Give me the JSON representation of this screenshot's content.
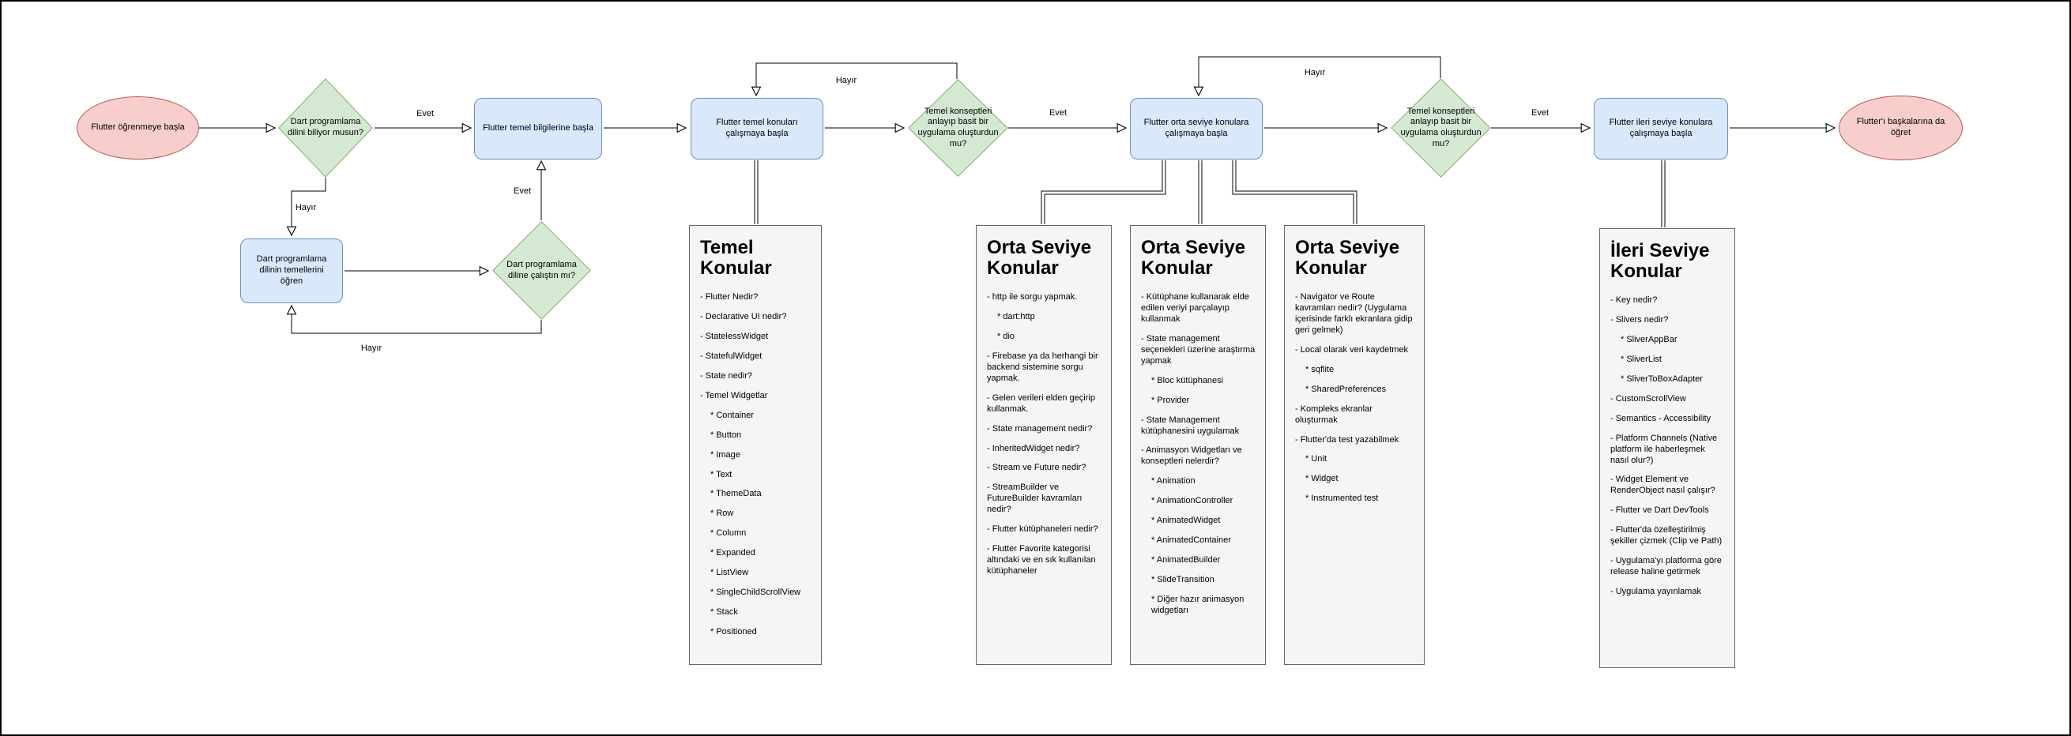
{
  "diagram": {
    "colors": {
      "terminal_fill": "#f8cecc",
      "terminal_border": "#b85450",
      "decision_fill": "#d5e8d4",
      "decision_border": "#82b366",
      "process_fill": "#dae8fc",
      "process_border": "#6c8ebf",
      "list_fill": "#f5f5f5",
      "list_border": "#666666",
      "line": "#000000",
      "background": "#ffffff"
    },
    "labels": {
      "yes": "Evet",
      "no": "Hayır"
    },
    "nodes": {
      "start": "Flutter öğrenmeye başla",
      "d_know_dart": "Dart programlama dilini biliyor musun?",
      "p_flutter_basics": "Flutter temel bilgilerine başla",
      "p_basic_topics": "Flutter temel konuları çalışmaya başla",
      "d_concepts_1": "Temel konseptleri anlayıp basit bir uygulama oluşturdun mu?",
      "p_mid_topics": "Flutter orta seviye konulara çalışmaya başla",
      "d_concepts_2": "Temel konseptleri anlayıp basit bir uygulama oluşturdun mu?",
      "p_adv_topics": "Flutter ileri seviye konulara çalışmaya başla",
      "end": "Flutter'ı başkalarına da öğret",
      "p_learn_dart": "Dart programlama dilinin temellerini öğren",
      "d_studied_dart": "Dart programlama diline çalıştın mı?"
    },
    "lists": [
      {
        "title": "Temel Konular",
        "items": [
          {
            "indent": 0,
            "text": "- Flutter Nedir?"
          },
          {
            "indent": 0,
            "text": "- Declarative UI nedir?"
          },
          {
            "indent": 0,
            "text": "- StatelessWidget"
          },
          {
            "indent": 0,
            "text": "- StatefulWidget"
          },
          {
            "indent": 0,
            "text": "- State nedir?"
          },
          {
            "indent": 0,
            "text": "- Temel Widgetlar"
          },
          {
            "indent": 1,
            "text": "* Container"
          },
          {
            "indent": 1,
            "text": "* Button"
          },
          {
            "indent": 1,
            "text": "* Image"
          },
          {
            "indent": 1,
            "text": "* Text"
          },
          {
            "indent": 1,
            "text": "* ThemeData"
          },
          {
            "indent": 1,
            "text": "* Row"
          },
          {
            "indent": 1,
            "text": "* Column"
          },
          {
            "indent": 1,
            "text": "* Expanded"
          },
          {
            "indent": 1,
            "text": "* ListView"
          },
          {
            "indent": 1,
            "text": "* SingleChildScrollView"
          },
          {
            "indent": 1,
            "text": "* Stack"
          },
          {
            "indent": 1,
            "text": "* Positioned"
          }
        ]
      },
      {
        "title": "Orta Seviye Konular",
        "items": [
          {
            "indent": 0,
            "text": "- http ile sorgu yapmak."
          },
          {
            "indent": 1,
            "text": "* dart:http"
          },
          {
            "indent": 1,
            "text": "* dio"
          },
          {
            "indent": 0,
            "text": "- Firebase ya da herhangi bir backend sistemine sorgu yapmak."
          },
          {
            "indent": 0,
            "text": "- Gelen verileri elden geçirip kullanmak."
          },
          {
            "indent": 0,
            "text": "- State management nedir?"
          },
          {
            "indent": 0,
            "text": "- InheritedWidget nedir?"
          },
          {
            "indent": 0,
            "text": "- Stream ve Future nedir?"
          },
          {
            "indent": 0,
            "text": "- StreamBuilder ve FutureBuilder kavramları nedir?"
          },
          {
            "indent": 0,
            "text": "- Flutter kütüphaneleri nedir?"
          },
          {
            "indent": 0,
            "text": "- Flutter Favorite kategorisi altındaki ve en sık kullanılan kütüphaneler"
          }
        ]
      },
      {
        "title": "Orta Seviye Konular",
        "items": [
          {
            "indent": 0,
            "text": "- Kütüphane kullanarak elde edilen veriyi parçalayıp kullanmak"
          },
          {
            "indent": 0,
            "text": "- State management seçenekleri üzerine araştırma yapmak"
          },
          {
            "indent": 1,
            "text": "* Bloc kütüphanesi"
          },
          {
            "indent": 1,
            "text": "* Provider"
          },
          {
            "indent": 0,
            "text": "- State Management kütüphanesini uygulamak"
          },
          {
            "indent": 0,
            "text": "- Animasyon Widgetları ve konseptleri nelerdir?"
          },
          {
            "indent": 1,
            "text": "* Animation"
          },
          {
            "indent": 1,
            "text": "* AnimationController"
          },
          {
            "indent": 1,
            "text": "* AnimatedWidget"
          },
          {
            "indent": 1,
            "text": "* AnimatedContainer"
          },
          {
            "indent": 1,
            "text": "* AnimatedBuilder"
          },
          {
            "indent": 1,
            "text": "* SlideTransition"
          },
          {
            "indent": 1,
            "text": "* Diğer hazır animasyon widgetları"
          }
        ]
      },
      {
        "title": "Orta Seviye Konular",
        "items": [
          {
            "indent": 0,
            "text": "- Navigator ve Route kavramları nedir? (Uygulama içerisinde farklı ekranlara gidip geri gelmek)"
          },
          {
            "indent": 0,
            "text": "- Local olarak veri kaydetmek"
          },
          {
            "indent": 1,
            "text": "* sqflite"
          },
          {
            "indent": 1,
            "text": "* SharedPreferences"
          },
          {
            "indent": 0,
            "text": "- Kompleks ekranlar oluşturmak"
          },
          {
            "indent": 0,
            "text": "- Flutter'da test yazabilmek"
          },
          {
            "indent": 1,
            "text": "* Unit"
          },
          {
            "indent": 1,
            "text": "* Widget"
          },
          {
            "indent": 1,
            "text": "* Instrumented test"
          }
        ]
      },
      {
        "title": "İleri Seviye Konular",
        "items": [
          {
            "indent": 0,
            "text": "- Key nedir?"
          },
          {
            "indent": 0,
            "text": "- Slivers nedir?"
          },
          {
            "indent": 1,
            "text": "* SliverAppBar"
          },
          {
            "indent": 1,
            "text": "* SliverList"
          },
          {
            "indent": 1,
            "text": "* SliverToBoxAdapter"
          },
          {
            "indent": 0,
            "text": "- CustomScrollView"
          },
          {
            "indent": 0,
            "text": "- Semantics - Accessibility"
          },
          {
            "indent": 0,
            "text": "- Platform Channels (Native platform ile haberleşmek nasıl olur?)"
          },
          {
            "indent": 0,
            "text": "- Widget Element ve RenderObject nasıl çalışır?"
          },
          {
            "indent": 0,
            "text": "- Flutter ve Dart DevTools"
          },
          {
            "indent": 0,
            "text": "- Flutter'da özelleştirilmiş şekiller çizmek (Clip ve Path)"
          },
          {
            "indent": 0,
            "text": "- Uygulama'yı platforma göre release haline getirmek"
          },
          {
            "indent": 0,
            "text": "- Uygulama yayınlamak"
          }
        ]
      }
    ]
  }
}
